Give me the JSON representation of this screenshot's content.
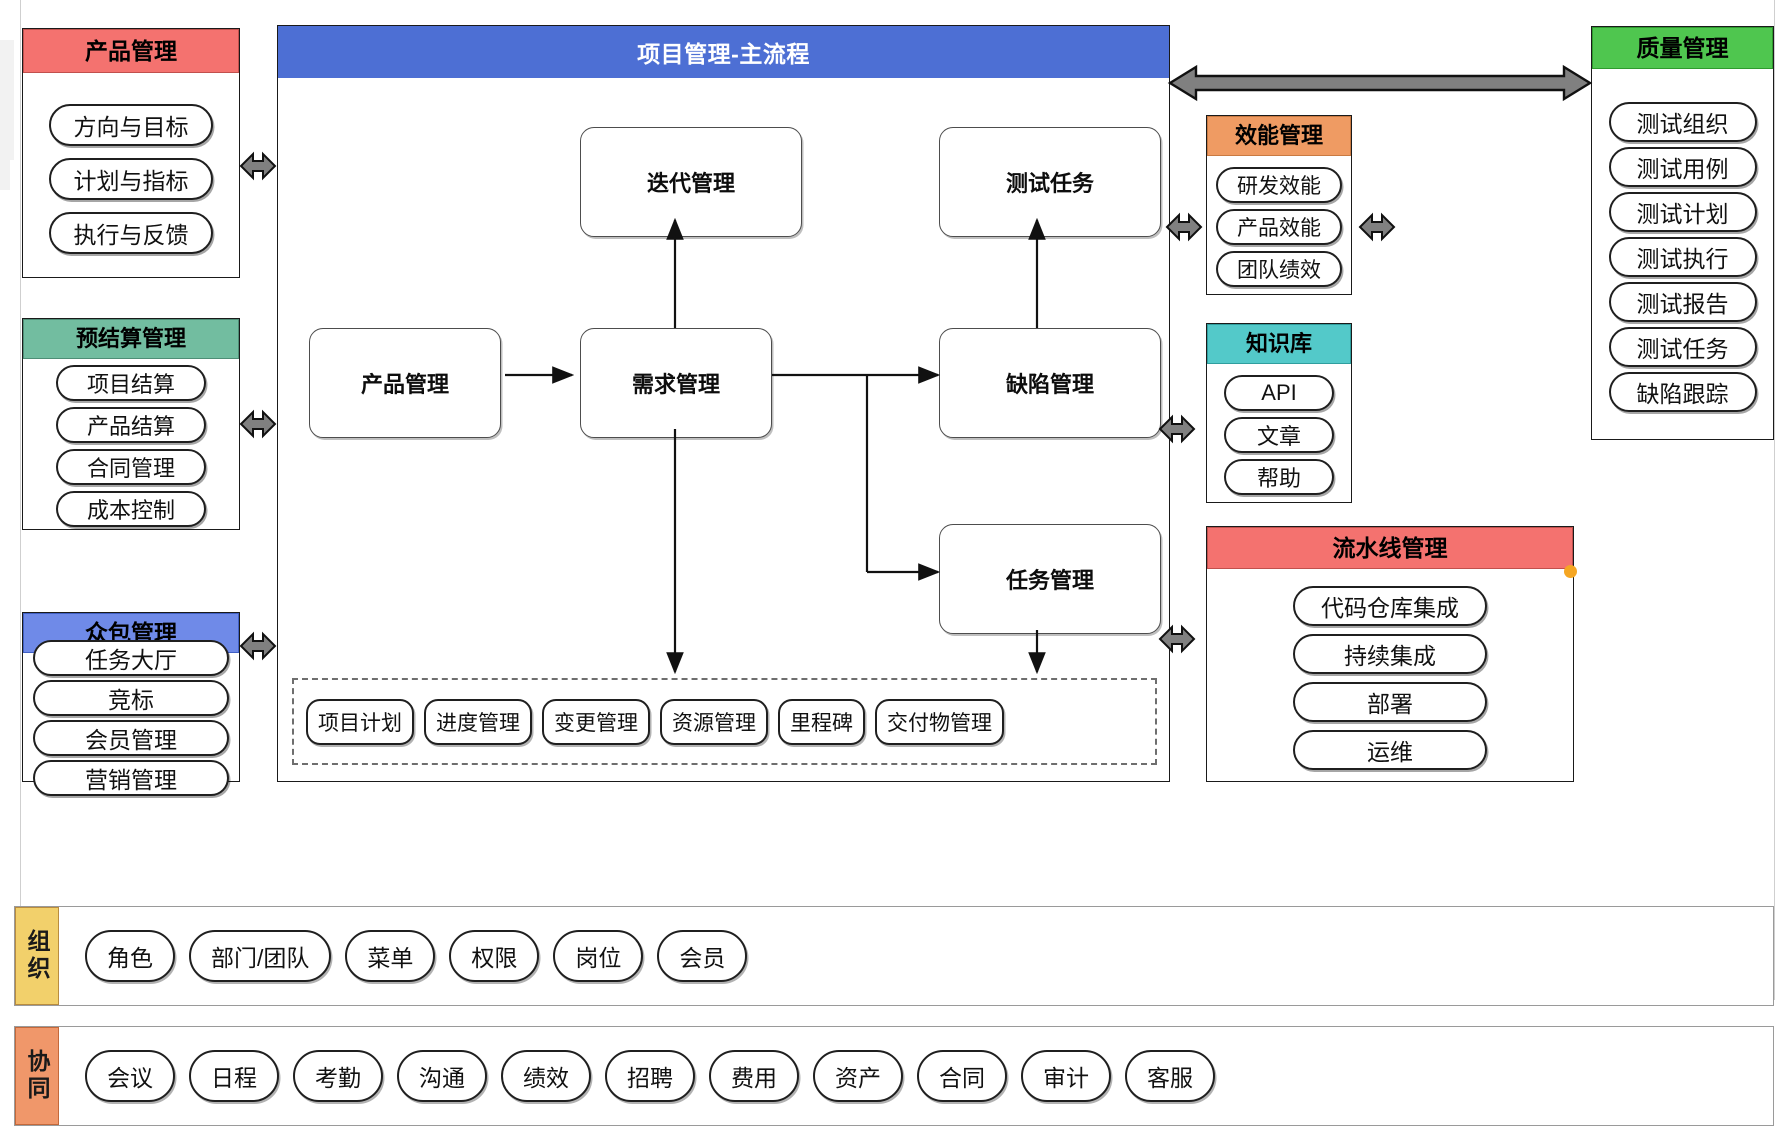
{
  "diagram": {
    "title": "项目管理-主流程",
    "main_flow": {
      "header_color": "#4d6fd4",
      "nodes": [
        {
          "id": "iteration",
          "label": "迭代管理"
        },
        {
          "id": "test-task",
          "label": "测试任务"
        },
        {
          "id": "product",
          "label": "产品管理"
        },
        {
          "id": "requirement",
          "label": "需求管理"
        },
        {
          "id": "defect",
          "label": "缺陷管理"
        },
        {
          "id": "task",
          "label": "任务管理"
        }
      ],
      "sub_items": [
        "项目计划",
        "进度管理",
        "变更管理",
        "资源管理",
        "里程碑",
        "交付物管理"
      ]
    },
    "left_panels": [
      {
        "id": "product-management",
        "title": "产品管理",
        "color": "#f4726f",
        "items": [
          "方向与目标",
          "计划与指标",
          "执行与反馈"
        ]
      },
      {
        "id": "budget-settlement",
        "title": "预结算管理",
        "color": "#72bda0",
        "items": [
          "项目结算",
          "产品结算",
          "合同管理",
          "成本控制"
        ]
      },
      {
        "id": "crowdsourcing",
        "title": "众包管理",
        "color": "#6f8ae8",
        "items": [
          "任务大厅",
          "竞标",
          "会员管理",
          "营销管理"
        ]
      }
    ],
    "right_panels": [
      {
        "id": "efficiency",
        "title": "效能管理",
        "color": "#ef9b63",
        "items": [
          "研发效能",
          "产品效能",
          "团队绩效"
        ]
      },
      {
        "id": "knowledge-base",
        "title": "知识库",
        "color": "#53c9c9",
        "items": [
          "API",
          "文章",
          "帮助"
        ]
      },
      {
        "id": "pipeline",
        "title": "流水线管理",
        "color": "#f4726f",
        "items": [
          "代码仓库集成",
          "持续集成",
          "部署",
          "运维"
        ],
        "badge": "orange-dot"
      }
    ],
    "far_right_panel": {
      "id": "quality",
      "title": "质量管理",
      "color": "#4fc64f",
      "items": [
        "测试组织",
        "测试用例",
        "测试计划",
        "测试执行",
        "测试报告",
        "测试任务",
        "缺陷跟踪"
      ]
    },
    "bands": [
      {
        "id": "organization",
        "label": "组织",
        "label_color": "#f2d06b",
        "items": [
          "角色",
          "部门/团队",
          "菜单",
          "权限",
          "岗位",
          "会员"
        ]
      },
      {
        "id": "collaboration",
        "label": "协同",
        "label_color": "#f0976a",
        "items": [
          "会议",
          "日程",
          "考勤",
          "沟通",
          "绩效",
          "招聘",
          "费用",
          "资产",
          "合同",
          "审计",
          "客服"
        ]
      }
    ],
    "connectors": {
      "bidirectional_arrow_count": 6,
      "arrow_color": "#808080"
    }
  }
}
